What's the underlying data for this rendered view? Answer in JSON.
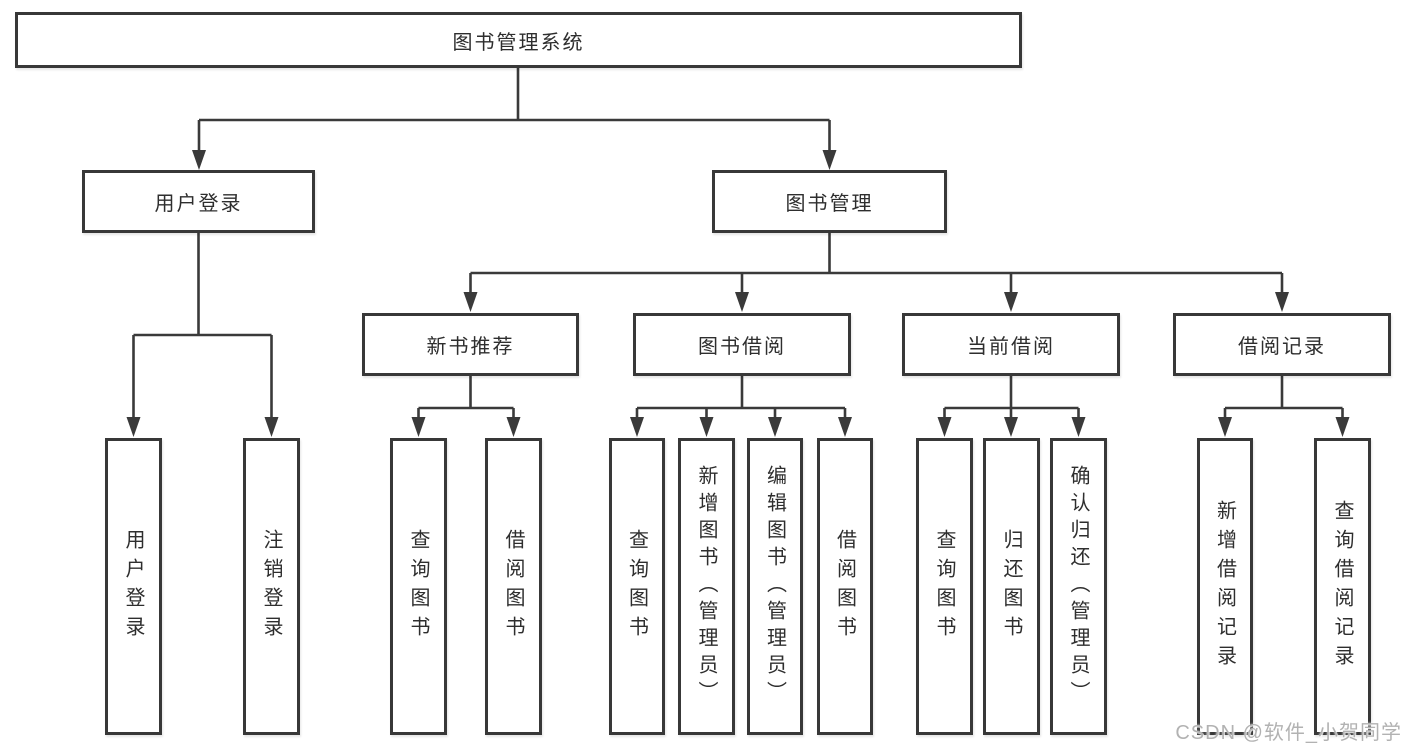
{
  "chart": {
    "root": {
      "label": "图书管理系统"
    },
    "level2": {
      "user_login": {
        "label": "用户登录"
      },
      "book_management": {
        "label": "图书管理"
      }
    },
    "level3": {
      "new_book_recommend": {
        "label": "新书推荐"
      },
      "book_borrowing": {
        "label": "图书借阅"
      },
      "current_borrowing": {
        "label": "当前借阅"
      },
      "borrowing_records": {
        "label": "借阅记录"
      }
    },
    "leaves": {
      "login_user_login": {
        "label": "用户登录",
        "parent": "用户登录"
      },
      "login_logout": {
        "label": "注销登录",
        "parent": "用户登录"
      },
      "recommend_query_books": {
        "label": "查询图书",
        "parent": "新书推荐"
      },
      "recommend_borrow_books": {
        "label": "借阅图书",
        "parent": "新书推荐"
      },
      "borrowing_query_books": {
        "label": "查询图书",
        "parent": "图书借阅"
      },
      "borrowing_add_books_admin": {
        "label": "新增图书（管理员）",
        "parent": "图书借阅"
      },
      "borrowing_edit_books_admin": {
        "label": "编辑图书（管理员）",
        "parent": "图书借阅"
      },
      "borrowing_borrow_books": {
        "label": "借阅图书",
        "parent": "图书借阅"
      },
      "current_query_books": {
        "label": "查询图书",
        "parent": "当前借阅"
      },
      "current_return_books": {
        "label": "归还图书",
        "parent": "当前借阅"
      },
      "current_confirm_return_admin": {
        "label": "确认归还（管理员）",
        "parent": "当前借阅"
      },
      "records_add_record": {
        "label": "新增借阅记录",
        "parent": "借阅记录"
      },
      "records_query_record": {
        "label": "查询借阅记录",
        "parent": "借阅记录"
      }
    },
    "watermark": "CSDN @软件_小贺同学",
    "colors": {
      "line": "#3a3a3a",
      "box_border": "#383838",
      "text": "#2e2e2e",
      "background": "#ffffff",
      "watermark": "#b2b2b2"
    }
  }
}
